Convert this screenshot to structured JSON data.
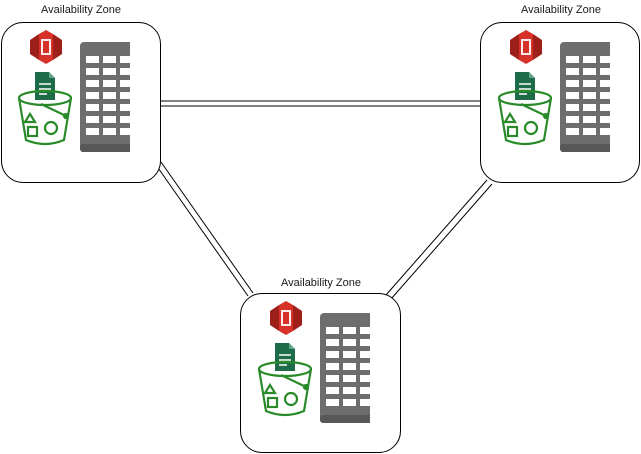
{
  "zones": [
    {
      "id": "zone-left",
      "label": "Availability Zone"
    },
    {
      "id": "zone-right",
      "label": "Availability Zone"
    },
    {
      "id": "zone-bottom",
      "label": "Availability Zone"
    }
  ],
  "colors": {
    "s3_red": "#d6322a",
    "s3_red_dark": "#9e1f1a",
    "bucket_green": "#2a8a2a",
    "doc_green": "#1e6b4a",
    "building_gray": "#6d6d6d",
    "window_white": "#ffffff",
    "connector": "#000000"
  },
  "icons": {
    "storage": "s3-icon",
    "bucket": "bucket-icon",
    "document": "document-icon",
    "datacenter": "building-icon"
  }
}
